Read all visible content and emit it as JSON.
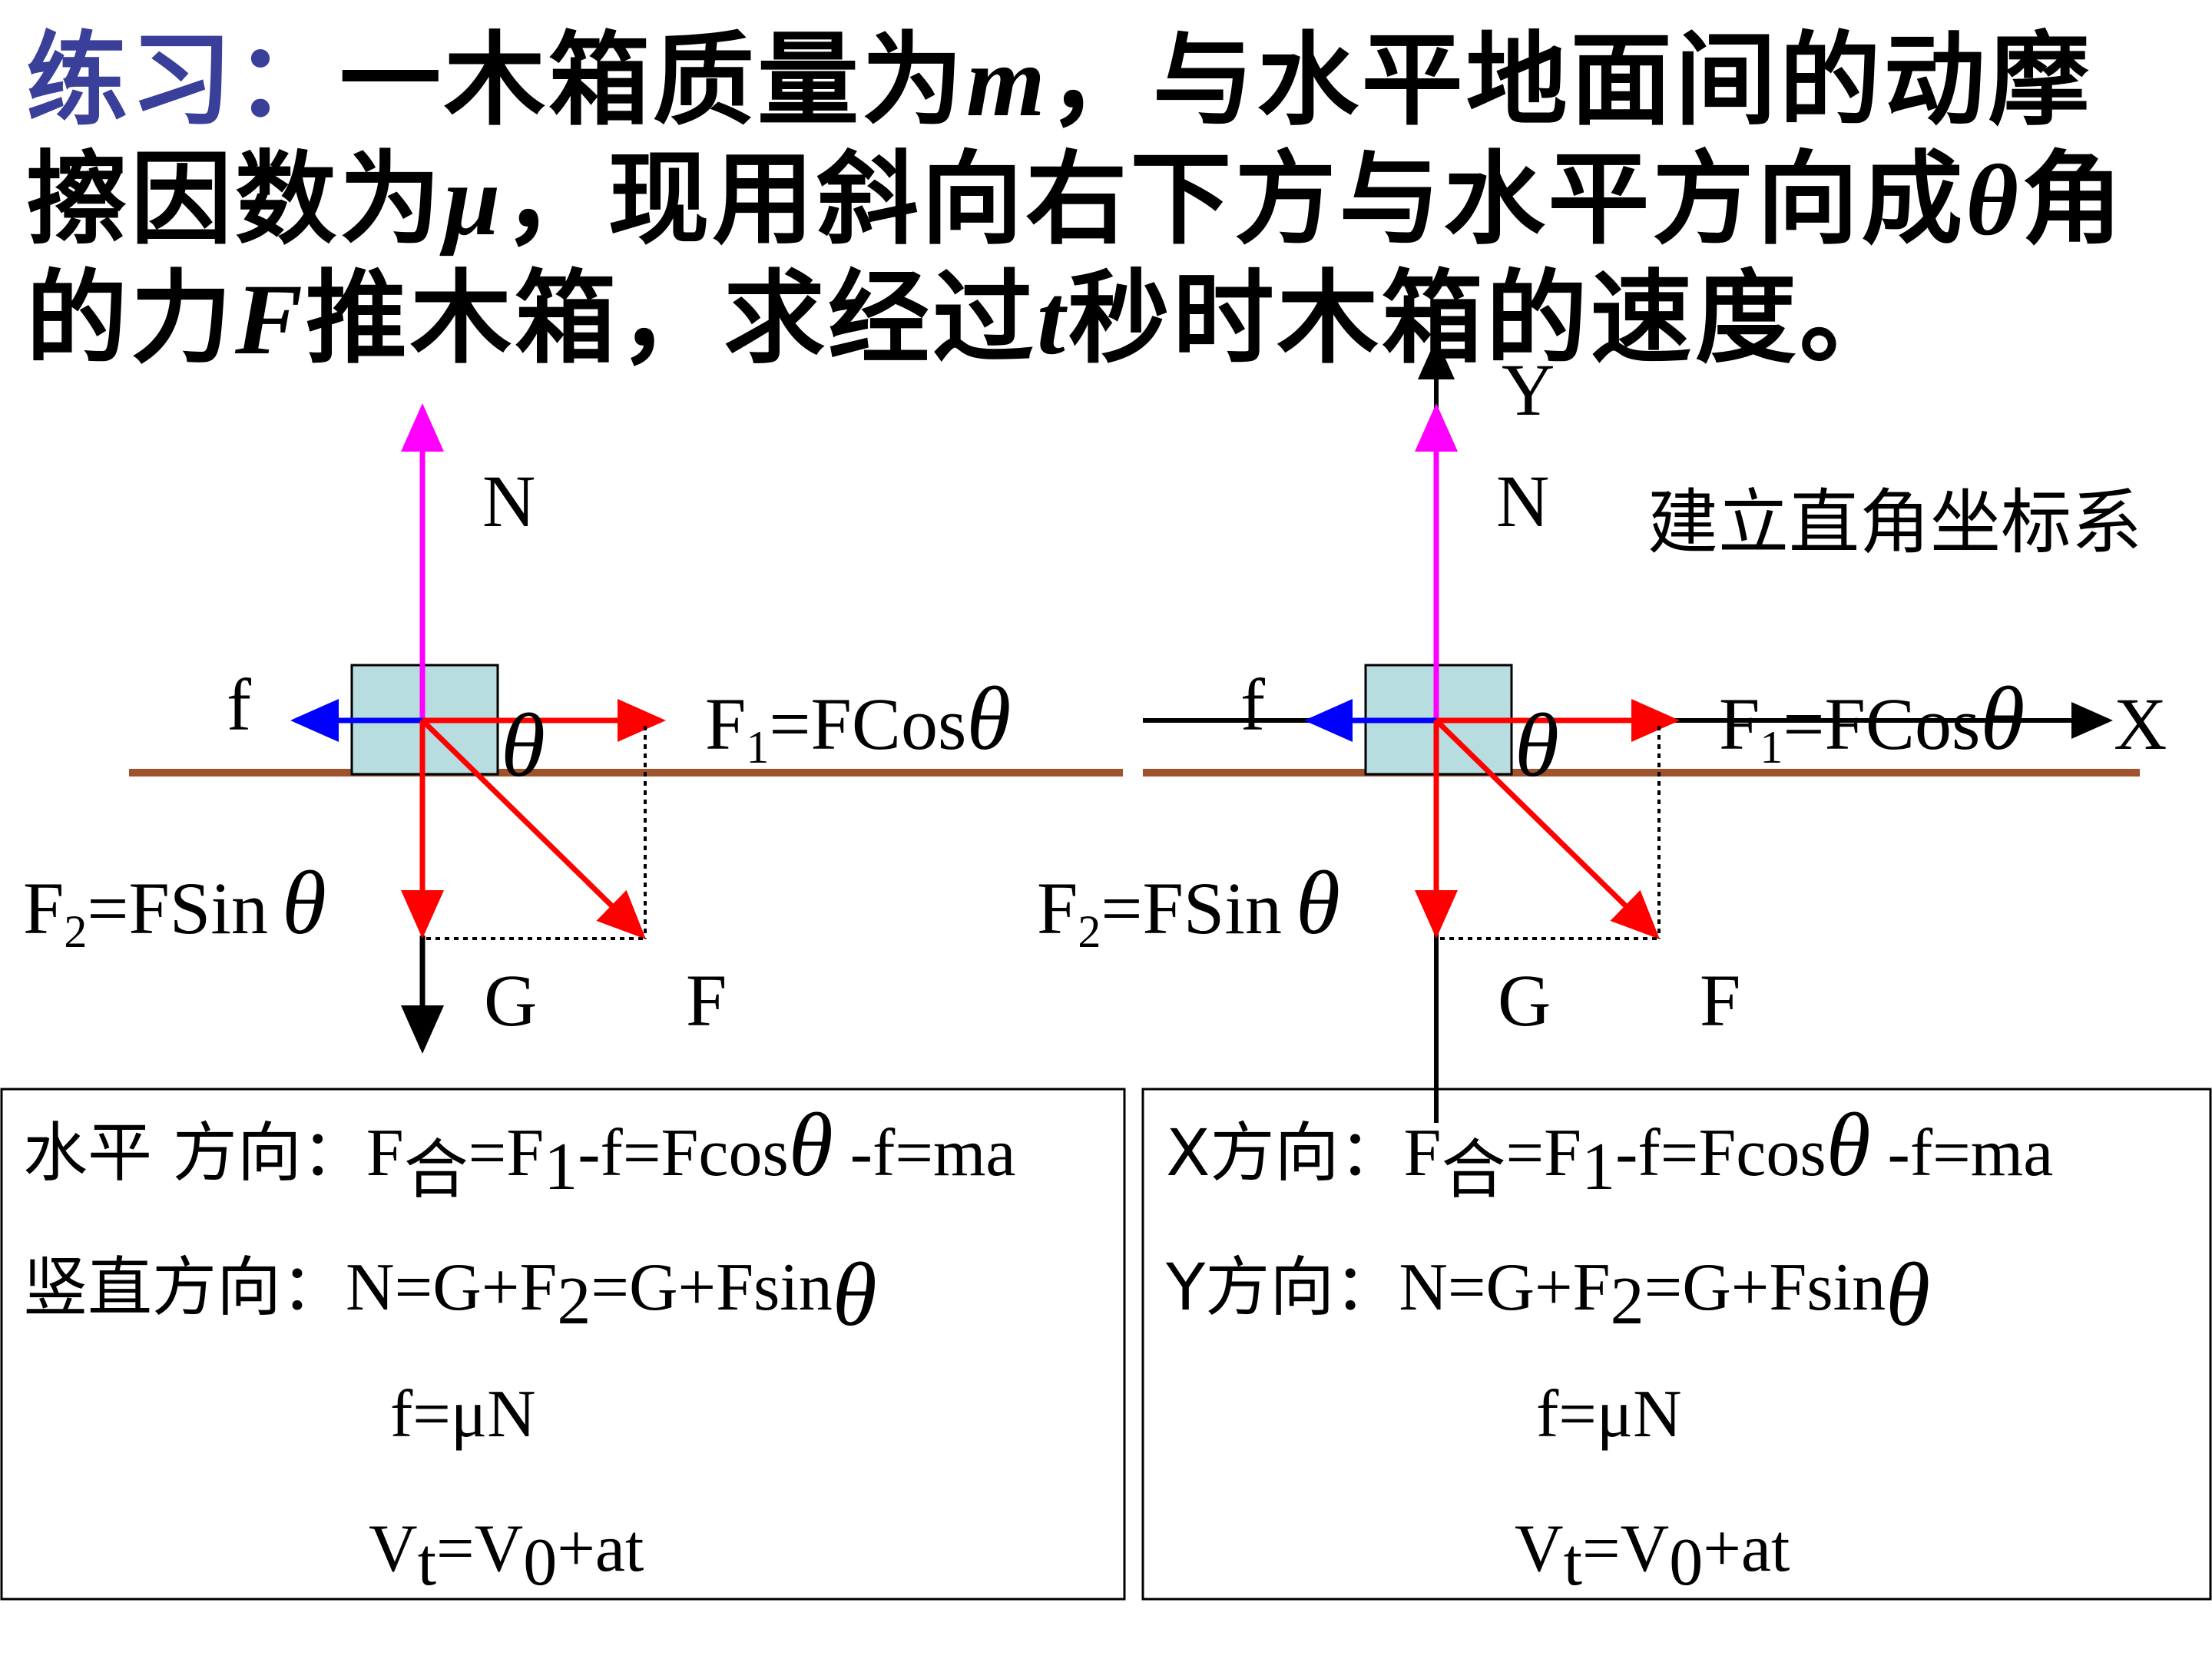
{
  "title": {
    "lead": "练习：",
    "p1": "一木箱质量为",
    "m": "m",
    "p2": "，与水平地面间的动摩擦因数为",
    "mu": "μ",
    "p3": "，现用斜向右下方与水平方向成",
    "theta": "θ",
    "p4": "角的力",
    "F": "F",
    "p5": "推木箱，求经过",
    "t": "t",
    "p6": "秒时木箱的速度。"
  },
  "colors": {
    "normal_force": "#ff00ff",
    "applied_force": "#ff0000",
    "friction": "#0000ff",
    "ground": "#a0522d",
    "box": "#b7dde0"
  },
  "labels": {
    "N": "N",
    "f": "f",
    "G": "G",
    "F": "F",
    "theta": "θ",
    "F1_F": "F",
    "F1_sub": "1",
    "F1_rest": "=FCos",
    "F2_F": "F",
    "F2_sub": "2",
    "F2_rest": "=FSin",
    "X": "X",
    "Y": "Y",
    "coord_note": "建立直角坐标系"
  },
  "left_box": {
    "l1_label": "水平 方向：",
    "l1_eq_a": "F",
    "l1_sub_he": "合",
    "l1_eq_b": "=F",
    "l1_sub_1": "1",
    "l1_eq_c": "-f=Fcos",
    "l1_eq_d": " -f=ma",
    "l2_label": "竖直方向：",
    "l2_eq_a": "N=G+F",
    "l2_sub_2": "2",
    "l2_eq_b": "=G+Fsin",
    "l3": "f=μN",
    "l4_a": "V",
    "l4_sub_t": "t",
    "l4_b": "=V",
    "l4_sub_0": "0",
    "l4_c": "+at"
  },
  "right_box": {
    "l1_label": "X方向：",
    "l1_eq_a": "F",
    "l1_sub_he": "合",
    "l1_eq_b": "=F",
    "l1_sub_1": "1",
    "l1_eq_c": "-f=Fcos",
    "l1_eq_d": " -f=ma",
    "l2_label": "Y方向：",
    "l2_eq_a": "N=G+F",
    "l2_sub_2": "2",
    "l2_eq_b": "=G+Fsin",
    "l3": "f=μN",
    "l4_a": "V",
    "l4_sub_t": "t",
    "l4_b": "=V",
    "l4_sub_0": "0",
    "l4_c": "+at"
  }
}
